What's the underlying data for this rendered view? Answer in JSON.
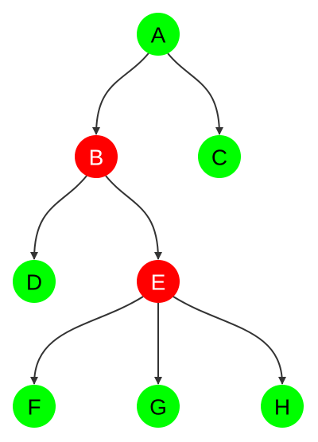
{
  "colors": {
    "edge": "#333333",
    "default_fill": "#00ff00",
    "default_text": "#000000",
    "highlight_fill": "#ff0000",
    "highlight_text": "#ffffff"
  },
  "nodes": [
    {
      "id": "A",
      "label": "A",
      "highlight": false
    },
    {
      "id": "B",
      "label": "B",
      "highlight": true
    },
    {
      "id": "C",
      "label": "C",
      "highlight": false
    },
    {
      "id": "D",
      "label": "D",
      "highlight": false
    },
    {
      "id": "E",
      "label": "E",
      "highlight": true
    },
    {
      "id": "F",
      "label": "F",
      "highlight": false
    },
    {
      "id": "G",
      "label": "G",
      "highlight": false
    },
    {
      "id": "H",
      "label": "H",
      "highlight": false
    }
  ],
  "edges": [
    {
      "from": "A",
      "to": "B"
    },
    {
      "from": "A",
      "to": "C"
    },
    {
      "from": "B",
      "to": "D"
    },
    {
      "from": "B",
      "to": "E"
    },
    {
      "from": "E",
      "to": "F"
    },
    {
      "from": "E",
      "to": "G"
    },
    {
      "from": "E",
      "to": "H"
    }
  ]
}
